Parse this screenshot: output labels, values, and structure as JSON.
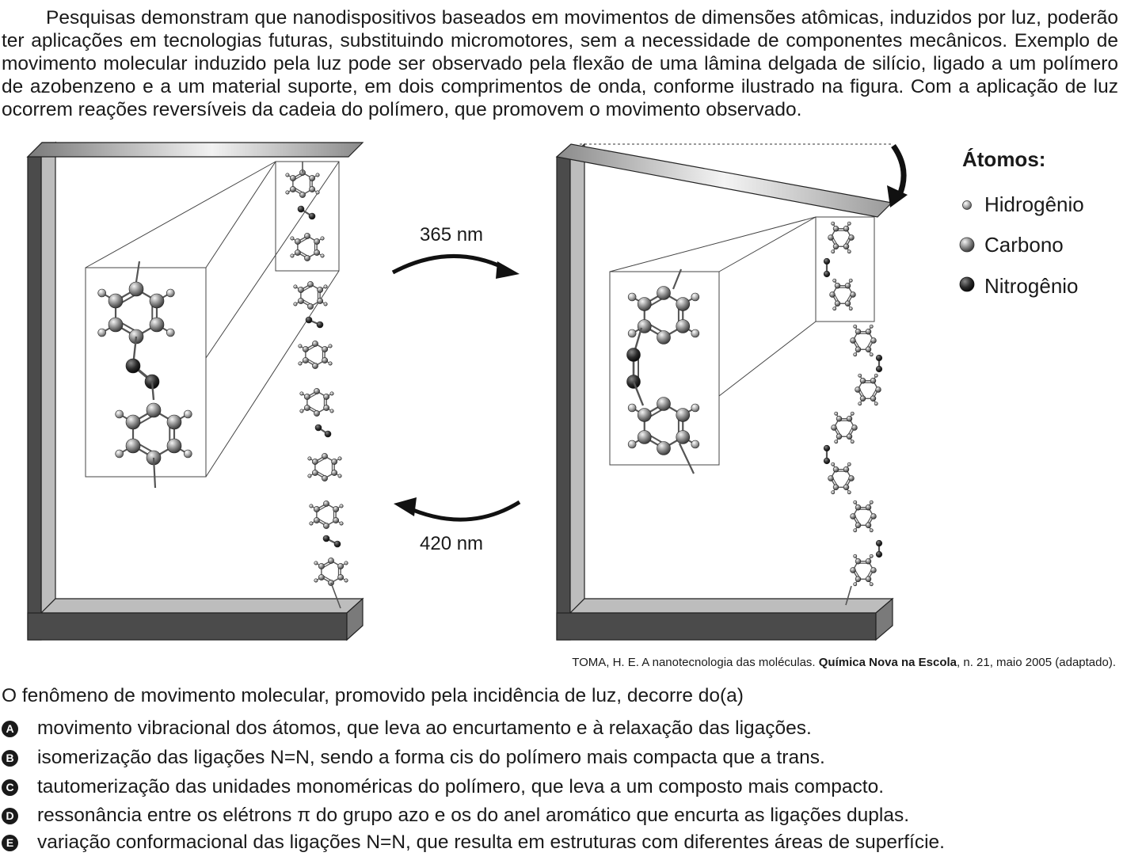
{
  "intro": "Pesquisas demonstram que nanodispositivos baseados em movimentos de dimensões atômicas, induzidos por luz, poderão ter aplicações em tecnologias futuras, substituindo micromotores, sem a necessidade de componentes mecânicos. Exemplo de movimento molecular induzido pela luz pode ser observado pela flexão de uma lâmina delgada de silício, ligado a um polímero de azobenzeno e a um material suporte, em dois comprimentos de onda, conforme ilustrado na figura. Com a aplicação de luz ocorrem reações reversíveis da cadeia do polímero, que promovem o movimento observado.",
  "figure": {
    "wavelength_forward": "365 nm",
    "wavelength_back": "420 nm",
    "legend": {
      "title": "Átomos:",
      "items": [
        {
          "label": "Hidrogênio",
          "color": "#9a9a9a"
        },
        {
          "label": "Carbono",
          "color": "#8c8c8c"
        },
        {
          "label": "Nitrogênio",
          "color": "#2a2a2a"
        }
      ]
    }
  },
  "citation": {
    "prefix": "TOMA, H. E. A nanotecnologia das moléculas. ",
    "journal": "Química Nova na Escola",
    "suffix": ", n. 21, maio 2005 (adaptado)."
  },
  "question": "O fenômeno de movimento molecular, promovido pela incidência de luz, decorre do(a)",
  "options": [
    {
      "letter": "A",
      "text": "movimento vibracional dos átomos, que leva ao encurtamento e à relaxação das ligações."
    },
    {
      "letter": "B",
      "text": "isomerização das ligações N=N, sendo a forma cis do polímero mais compacta que a trans."
    },
    {
      "letter": "C",
      "text": "tautomerização das unidades monoméricas do polímero, que leva a um composto mais compacto."
    },
    {
      "letter": "D",
      "text": "ressonância entre os elétrons π do grupo azo e os do anel aromático que encurta as ligações duplas."
    },
    {
      "letter": "E",
      "text": "variação conformacional das ligações N=N, que resulta em estruturas com diferentes áreas de superfície."
    }
  ]
}
